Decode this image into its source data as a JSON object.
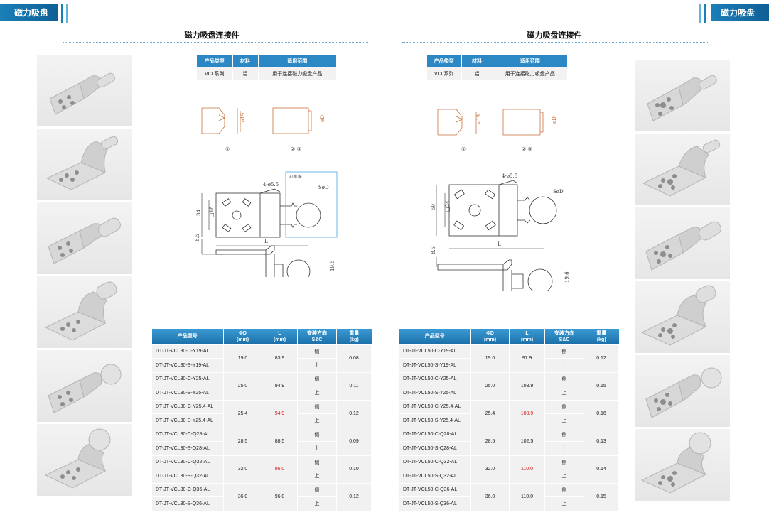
{
  "header": {
    "left_badge": "磁力吸盘",
    "right_badge": "磁力吸盘",
    "accent": "#1b7fb8"
  },
  "left_page": {
    "title": "磁力吸盘连接件",
    "info_table": {
      "headers": [
        "产品类型",
        "材料",
        "适用范围"
      ],
      "row": [
        "VCL系列",
        "铝",
        "用于连接磁力吸盘产品"
      ]
    },
    "drawing": {
      "dia_label": "ø19",
      "dia_label2": "øD",
      "circle1": "①",
      "circle23": "② ③",
      "circle456": "④⑤⑥",
      "hole_label": "4-ø5.5",
      "ball_label": "SøD",
      "dim_34": "34",
      "dim_18": "□18",
      "dim_L": "L",
      "dim_85": "8.5",
      "dim_195": "19.5"
    },
    "spec_table": {
      "headers": [
        "产品型号",
        "ΦD\n(mm)",
        "L\n(mm)",
        "安装方向\nS&C",
        "重量\n(kg)"
      ],
      "groups": [
        {
          "models": [
            "DT-JT-VCL30-C-Y19-AL",
            "DT-JT-VCL30-S-Y19-AL"
          ],
          "d": "19.0",
          "l": "83.9",
          "l_red": false,
          "dirs": [
            "侧",
            "上"
          ],
          "w": "0.08"
        },
        {
          "models": [
            "DT-JT-VCL30-C-Y25-AL",
            "DT-JT-VCL30-S-Y25-AL"
          ],
          "d": "25.0",
          "l": "94.9",
          "l_red": false,
          "dirs": [
            "侧",
            "上"
          ],
          "w": "0.11"
        },
        {
          "models": [
            "DT-JT-VCL30-C-Y25.4-AL",
            "DT-JT-VCL30-S-Y25.4-AL"
          ],
          "d": "25.4",
          "l": "94.9",
          "l_red": true,
          "dirs": [
            "侧",
            "上"
          ],
          "w": "0.12"
        },
        {
          "models": [
            "DT-JT-VCL30-C-Q28-AL",
            "DT-JT-VCL30-S-Q28-AL"
          ],
          "d": "28.5",
          "l": "88.5",
          "l_red": false,
          "dirs": [
            "侧",
            "上"
          ],
          "w": "0.09"
        },
        {
          "models": [
            "DT-JT-VCL30-C-Q32-AL",
            "DT-JT-VCL30-S-Q32-AL"
          ],
          "d": "32.0",
          "l": "96.0",
          "l_red": true,
          "dirs": [
            "侧",
            "上"
          ],
          "w": "0.10"
        },
        {
          "models": [
            "DT-JT-VCL30-C-Q36-AL",
            "DT-JT-VCL30-S-Q36-AL"
          ],
          "d": "36.0",
          "l": "96.0",
          "l_red": false,
          "dirs": [
            "侧",
            "上"
          ],
          "w": "0.12"
        }
      ]
    }
  },
  "right_page": {
    "title": "磁力吸盘连接件",
    "info_table": {
      "headers": [
        "产品类型",
        "材料",
        "适用范围"
      ],
      "row": [
        "VCL系列",
        "铝",
        "用于连接磁力吸盘产品"
      ]
    },
    "drawing": {
      "dia_label": "ø19",
      "dia_label2": "øD",
      "circle1": "①",
      "circle23": "② ③",
      "hole_label": "4-ø5.5",
      "ball_label": "SøD",
      "dim_50": "50",
      "dim_24": "□24",
      "dim_L": "L",
      "dim_85": "8.5",
      "dim_196": "19.6"
    },
    "spec_table": {
      "headers": [
        "产品型号",
        "ΦD\n(mm)",
        "L\n(mm)",
        "安装方向\nS&C",
        "重量\n(kg)"
      ],
      "groups": [
        {
          "models": [
            "DT-JT-VCL50-C-Y19-AL",
            "DT-JT-VCL50-S-Y19-AL"
          ],
          "d": "19.0",
          "l": "97.9",
          "l_red": false,
          "dirs": [
            "侧",
            "上"
          ],
          "w": "0.12"
        },
        {
          "models": [
            "DT-JT-VCL50-C-Y25-AL",
            "DT-JT-VCL50-S-Y25-AL"
          ],
          "d": "25.0",
          "l": "108.9",
          "l_red": false,
          "dirs": [
            "侧",
            "上"
          ],
          "w": "0.15"
        },
        {
          "models": [
            "DT-JT-VCL50-C-Y25.4-AL",
            "DT-JT-VCL50-S-Y25.4-AL"
          ],
          "d": "25.4",
          "l": "108.9",
          "l_red": true,
          "dirs": [
            "侧",
            "上"
          ],
          "w": "0.16"
        },
        {
          "models": [
            "DT-JT-VCL50-C-Q28-AL",
            "DT-JT-VCL50-S-Q28-AL"
          ],
          "d": "28.5",
          "l": "102.5",
          "l_red": false,
          "dirs": [
            "侧",
            "上"
          ],
          "w": "0.13"
        },
        {
          "models": [
            "DT-JT-VCL50-C-Q32-AL",
            "DT-JT-VCL50-S-Q32-AL"
          ],
          "d": "32.0",
          "l": "110.0",
          "l_red": true,
          "dirs": [
            "侧",
            "上"
          ],
          "w": "0.14"
        },
        {
          "models": [
            "DT-JT-VCL50-C-Q36-AL",
            "DT-JT-VCL50-S-Q36-AL"
          ],
          "d": "36.0",
          "l": "110.0",
          "l_red": false,
          "dirs": [
            "侧",
            "上"
          ],
          "w": "0.15"
        }
      ]
    }
  }
}
